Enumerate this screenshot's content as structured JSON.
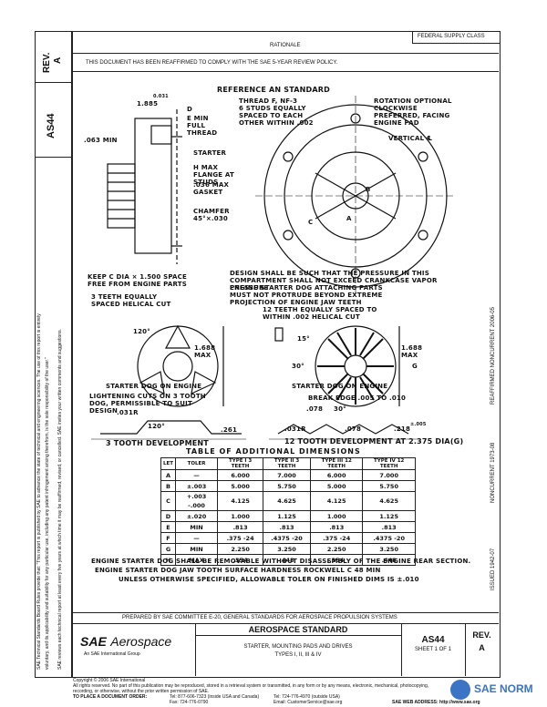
{
  "header": {
    "federal_supply_class": "FEDERAL SUPPLY CLASS",
    "rationale": "RATIONALE",
    "rationale_text": "THIS DOCUMENT HAS BEEN REAFFIRMED TO COMPLY WITH THE SAE 5-YEAR REVIEW POLICY."
  },
  "left_column": {
    "rev_label": "REV.",
    "rev_value": "A",
    "doc_number": "AS44",
    "legal_line1": "SAE Technical Standards Board Rules provide that: \"This report is published by SAE to advance the state of technical and engineering sciences. The use of this report is entirely",
    "legal_line2": "voluntary, and its applicability and suitability for any particular use, including any patent infringement arising therefrom, is the sole responsibility of the user.\"",
    "legal_line3": "SAE reviews each technical report at least every five years at which time it may be reaffirmed, revised, or cancelled. SAE invites your written comments and suggestions."
  },
  "right_column": {
    "reaffirmed": "REAFFIRMED NONCURRENT 2006-05",
    "noncurrent": "NONCURRENT 1973-08",
    "issued": "ISSUED 1942-07"
  },
  "drawing": {
    "reference": "REFERENCE AN STANDARD",
    "labels": {
      "dim_1885": "1.885",
      "dim_031": "0.031",
      "d": "D",
      "e_min_full_thread": "E MIN FULL THREAD",
      "dim_063_min": ".063 MIN",
      "thread": "THREAD F, NF-3",
      "studs": "6 STUDS EQUALLY SPACED TO EACH OTHER WITHIN .002",
      "rotation": "ROTATION OPTIONAL CLOCKWISE PREFERRED, FACING ENGINE PAD",
      "vertical": "VERTICAL ℄",
      "starter": "STARTER",
      "h_max_flange": "H MAX FLANGE AT STUDS",
      "gasket": ".036 MAX GASKET",
      "chamfer": "CHAMFER 45°×.030",
      "a": "A",
      "b": "B",
      "c": "C",
      "keep_c_dia": "KEEP C DIA × 1.500 SPACE FREE FROM ENGINE PARTS",
      "design_note": "DESIGN SHALL BE SUCH THAT THE PRESSURE IN THIS COMPARTMENT SHALL NOT EXCEED CRANKCASE VAPOR PRESSURE",
      "engine_starter_dog": "ENGINE STARTER DOG ATTACHING PARTS MUST NOT PROTRUDE BEYOND EXTREME PROJECTION OF ENGINE JAW TEETH",
      "three_teeth": "3 TEETH EQUALLY SPACED HELICAL CUT",
      "twelve_teeth": "12 TEETH EQUALLY SPACED TO WITHIN .002 HELICAL CUT",
      "angle_120": "120°",
      "angle_15": "15°",
      "angle_30": "30°",
      "dim_1688_max_a": "1.688 MAX",
      "dim_1688_max_b": "1.688 MAX",
      "g": "G",
      "starter_dog_on_engine_a": "STARTER DOG ON ENGINE",
      "starter_dog_on_engine_b": "STARTER DOG ON ENGINE",
      "lightening": "LIGHTENING CUTS ON 3 TOOTH DOG, PERMISSIBLE TO SUIT DESIGN",
      "break_edge": "BREAK EDGE .005 TO .010",
      "dim_031r_a": ".031R",
      "dim_120_b": "120°",
      "dim_261": ".261",
      "dim_078_a": ".078",
      "dim_30": "30°",
      "dim_031r_b": ".031R",
      "dim_078_b": ".078",
      "dim_218": ".218",
      "dim_218_tol": "±.005",
      "three_tooth_dev": "3 TOOTH DEVELOPMENT",
      "twelve_tooth_dev": "12 TOOTH DEVELOPMENT AT 2.375 DIA(G)"
    }
  },
  "table": {
    "title": "TABLE OF ADDITIONAL DIMENSIONS",
    "columns": [
      "LET",
      "TOLER",
      "TYPE I 3 TEETH",
      "TYPE II 3 TEETH",
      "TYPE III 12 TEETH",
      "TYPE IV 12 TEETH"
    ],
    "rows": [
      [
        "A",
        "—",
        "6.000",
        "7.000",
        "6.000",
        "7.000"
      ],
      [
        "B",
        "±.003",
        "5.000",
        "5.750",
        "5.000",
        "5.750"
      ],
      [
        "C",
        "+.003 -.000",
        "4.125",
        "4.625",
        "4.125",
        "4.625"
      ],
      [
        "D",
        "±.020",
        "1.000",
        "1.125",
        "1.000",
        "1.125"
      ],
      [
        "E",
        "MIN",
        ".813",
        ".813",
        ".813",
        ".813"
      ],
      [
        "F",
        "—",
        ".375 -24",
        ".4375 -20",
        ".375 -24",
        ".4375 -20"
      ],
      [
        "G",
        "MIN",
        "2.250",
        "3.250",
        "2.250",
        "3.250"
      ],
      [
        "H",
        "MAX",
        ".354",
        ".448",
        ".354",
        ".448"
      ]
    ]
  },
  "notes": {
    "line1": "ENGINE STARTER DOG SHALL BE REMOVABLE WITHOUT DISASSEMBLY OF THE ENGINE REAR SECTION.",
    "line2": "ENGINE STARTER DOG JAW TOOTH SURFACE HARDNESS  ROCKWELL C 48 MIN",
    "line3": "UNLESS OTHERWISE SPECIFIED, ALLOWABLE TOLER ON FINISHED DIMS IS ±.010"
  },
  "footer": {
    "prepared_by": "PREPARED BY SAE COMMITTEE E-20, GENERAL STANDARDS FOR AEROSPACE PROPULSION SYSTEMS",
    "logo_sae": "SAE",
    "logo_aerospace": "Aerospace",
    "logo_sub": "An SAE International Group",
    "standard_type": "AEROSPACE STANDARD",
    "title_line1": "STARTER, MOUNTING PADS AND DRIVES",
    "title_line2": "TYPES I, II, III & IV",
    "doc_number": "AS44",
    "sheet": "SHEET 1 OF 1",
    "rev_label": "REV.",
    "rev_value": "A",
    "copyright": "Copyright © 2006 SAE International",
    "rights": "All rights reserved. No part of this publication may be reproduced, stored in a retrieval system or transmitted, in any form or by any means, electronic, mechanical, photocopying,",
    "rights2": "recording, or otherwise, without the prior written permission of SAE.",
    "order_label": "TO PLACE A DOCUMENT ORDER:",
    "tel1": "Tel: 877-606-7323 (inside USA and Canada)",
    "tel2": "Tel: 724-776-4970 (outside USA)",
    "fax": "Fax: 724-776-0790",
    "email": "Email: CustomerService@sae.org",
    "web": "SAE WEB ADDRESS: http://www.sae.org",
    "watermark": "SAE NORM"
  }
}
